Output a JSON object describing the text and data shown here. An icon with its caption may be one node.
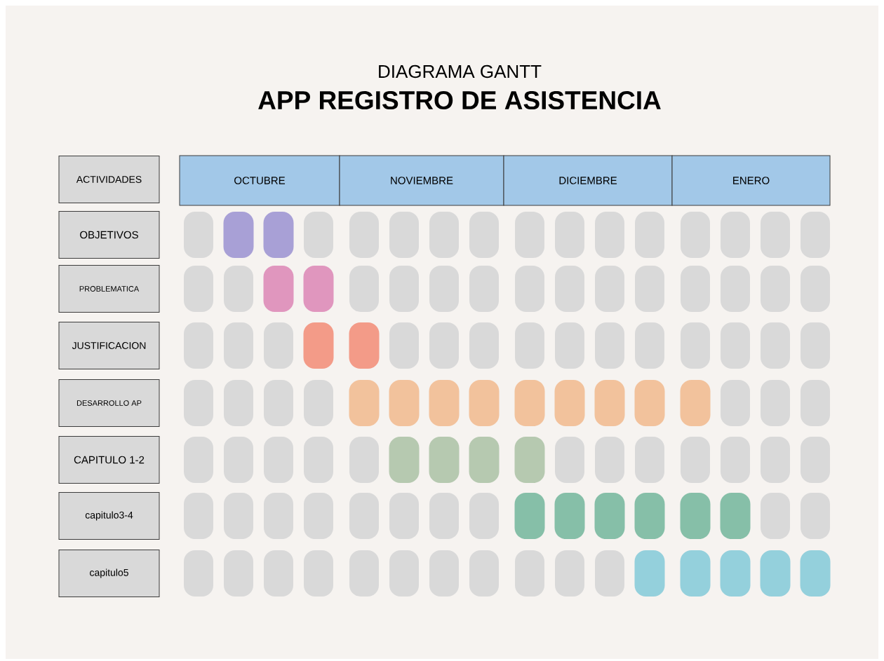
{
  "diagram": {
    "title": "DIAGRAMA GANTT",
    "labels": [
      "APP REGISTRO DE ASISTENCIA"
    ],
    "nodes": [
      {
        "text": [
          "ACTIVIDADES"
        ]
      },
      {
        "text": [
          "OCTUBRE"
        ]
      },
      {
        "text": [
          "NOVIEMBRE"
        ]
      },
      {
        "text": [
          "DICIEMBRE"
        ]
      },
      {
        "text": [
          "ENERO"
        ]
      },
      {
        "text": [
          "OBJETIVOS"
        ]
      },
      {
        "text": [],
        "shape": "bar"
      },
      {
        "text": [],
        "shape": "bar"
      },
      {
        "text": [
          "PROBLEMATICA"
        ]
      },
      {
        "text": [],
        "shape": "bar"
      },
      {
        "text": [],
        "shape": "bar"
      },
      {
        "text": [
          "JUSTIFICACION"
        ]
      },
      {
        "text": [],
        "shape": "bar"
      },
      {
        "text": [],
        "shape": "bar"
      },
      {
        "text": [
          "DESARROLLO AP"
        ]
      },
      {
        "text": [],
        "shape": "bar"
      },
      {
        "text": [],
        "shape": "bar"
      },
      {
        "text": [],
        "shape": "bar"
      },
      {
        "text": [],
        "shape": "bar"
      },
      {
        "text": [],
        "shape": "bar"
      },
      {
        "text": [],
        "shape": "bar"
      },
      {
        "text": [],
        "shape": "bar"
      },
      {
        "text": [],
        "shape": "bar"
      },
      {
        "text": [],
        "shape": "bar"
      },
      {
        "text": [
          "CAPITULO 1-2"
        ]
      },
      {
        "text": [],
        "shape": "bar"
      },
      {
        "text": [],
        "shape": "bar"
      },
      {
        "text": [],
        "shape": "bar"
      },
      {
        "text": [],
        "shape": "bar"
      },
      {
        "text": [
          "capitulo3-4"
        ]
      },
      {
        "text": [],
        "shape": "bar"
      },
      {
        "text": [],
        "shape": "bar"
      },
      {
        "text": [],
        "shape": "bar"
      },
      {
        "text": [],
        "shape": "bar"
      },
      {
        "text": [],
        "shape": "bar"
      },
      {
        "text": [],
        "shape": "bar"
      },
      {
        "text": [
          "capitulo5"
        ]
      },
      {
        "text": [],
        "shape": "bar"
      },
      {
        "text": [],
        "shape": "bar"
      },
      {
        "text": [],
        "shape": "bar"
      },
      {
        "text": [],
        "shape": "bar"
      },
      {
        "text": [],
        "shape": "bar"
      }
    ]
  }
}
